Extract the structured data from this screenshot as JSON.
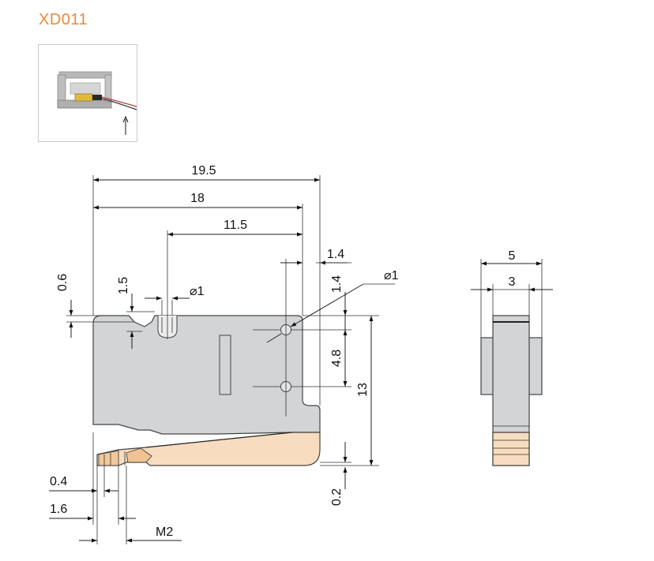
{
  "title": "XD011",
  "colors": {
    "accent": "#e8893a",
    "body": "#d2d4d5",
    "tip": "#f7dcbf",
    "edge": "#444444"
  },
  "photo": {
    "description_icon": "up-arrow-icon"
  },
  "dimensions": {
    "d_19_5": "19.5",
    "d_18": "18",
    "d_11_5": "11.5",
    "d_1_4_top": "1.4",
    "d_1_4_side": "1.4",
    "d_phi1_right": "⌀1",
    "d_phi1_left": "⌀1",
    "d_0_6": "0.6",
    "d_1_5": "1.5",
    "d_4_8": "4.8",
    "d_13": "13",
    "d_0_2": "0.2",
    "d_0_4": "0.4",
    "d_1_6": "1.6",
    "d_m2": "M2",
    "d_5": "5",
    "d_3": "3"
  }
}
